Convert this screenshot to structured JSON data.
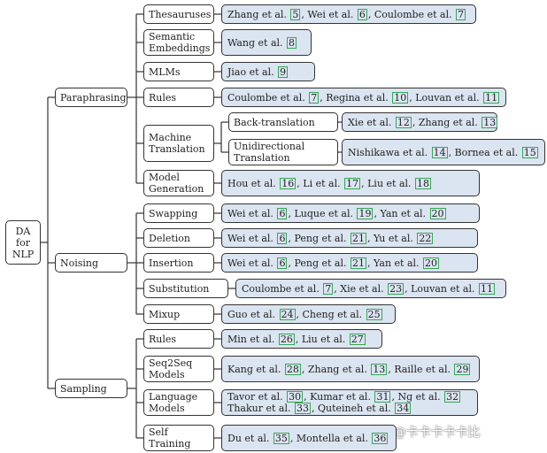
{
  "root": "DA\nfor\nNLP",
  "categories": [
    {
      "label": "Paraphrasing",
      "methods": [
        {
          "label": "Thesauruses",
          "refs": [
            [
              "Zhang et al.",
              "5"
            ],
            [
              "Wei et al.",
              "6"
            ],
            [
              "Coulombe et al.",
              "7"
            ]
          ]
        },
        {
          "label": "Semantic\nEmbeddings",
          "refs": [
            [
              "Wang et al.",
              "8"
            ]
          ]
        },
        {
          "label": "MLMs",
          "refs": [
            [
              "Jiao et al.",
              "9"
            ]
          ]
        },
        {
          "label": "Rules",
          "refs": [
            [
              "Coulombe et al.",
              "7"
            ],
            [
              "Regina et al.",
              "10"
            ],
            [
              "Louvan et al.",
              "11"
            ]
          ]
        },
        {
          "label": "Machine\nTranslation",
          "sub": [
            {
              "label": "Back-translation",
              "refs": [
                [
                  "Xie et al.",
                  "12"
                ],
                [
                  "Zhang et al.",
                  "13"
                ]
              ]
            },
            {
              "label": "Unidirectional\nTranslation",
              "refs": [
                [
                  "Nishikawa et al.",
                  "14"
                ],
                [
                  "Bornea et al.",
                  "15"
                ]
              ]
            }
          ]
        },
        {
          "label": "Model\nGeneration",
          "refs": [
            [
              "Hou et al.",
              "16"
            ],
            [
              "Li et al.",
              "17"
            ],
            [
              "Liu et al.",
              "18"
            ]
          ]
        }
      ]
    },
    {
      "label": "Noising",
      "methods": [
        {
          "label": "Swapping",
          "refs": [
            [
              "Wei et al.",
              "6"
            ],
            [
              "Luque et al.",
              "19"
            ],
            [
              "Yan et al.",
              "20"
            ]
          ]
        },
        {
          "label": "Deletion",
          "refs": [
            [
              "Wei et al.",
              "6"
            ],
            [
              "Peng et al.",
              "21"
            ],
            [
              "Yu et al.",
              "22"
            ]
          ]
        },
        {
          "label": "Insertion",
          "refs": [
            [
              "Wei et al.",
              "6"
            ],
            [
              "Peng et al.",
              "21"
            ],
            [
              "Yan et al.",
              "20"
            ]
          ]
        },
        {
          "label": "Substitution",
          "refs": [
            [
              "Coulombe et al.",
              "7"
            ],
            [
              "Xie et al.",
              "23"
            ],
            [
              "Louvan et al.",
              "11"
            ]
          ]
        },
        {
          "label": "Mixup",
          "refs": [
            [
              "Guo et al.",
              "24"
            ],
            [
              "Cheng et al.",
              "25"
            ]
          ]
        }
      ]
    },
    {
      "label": "Sampling",
      "methods": [
        {
          "label": "Rules",
          "refs": [
            [
              "Min et al.",
              "26"
            ],
            [
              "Liu et al.",
              "27"
            ]
          ]
        },
        {
          "label": "Seq2Seq\nModels",
          "refs": [
            [
              "Kang et al.",
              "28"
            ],
            [
              "Zhang et al.",
              "13"
            ],
            [
              "Raille et al.",
              "29"
            ]
          ]
        },
        {
          "label": "Language\nModels",
          "refs": [
            [
              "Tavor et al.",
              "30"
            ],
            [
              "Kumar et al.",
              "31"
            ],
            [
              "Ng et al.",
              "32"
            ]
          ],
          "refs2": [
            [
              "Thakur et al.",
              "33"
            ],
            [
              "Quteineh et al.",
              "34"
            ]
          ]
        },
        {
          "label": "Self\nTraining",
          "refs": [
            [
              "Du et al.",
              "35"
            ],
            [
              "Montella et al.",
              "36"
            ]
          ]
        }
      ]
    }
  ],
  "watermark": "知乎 @卡卡卡卡卡比"
}
